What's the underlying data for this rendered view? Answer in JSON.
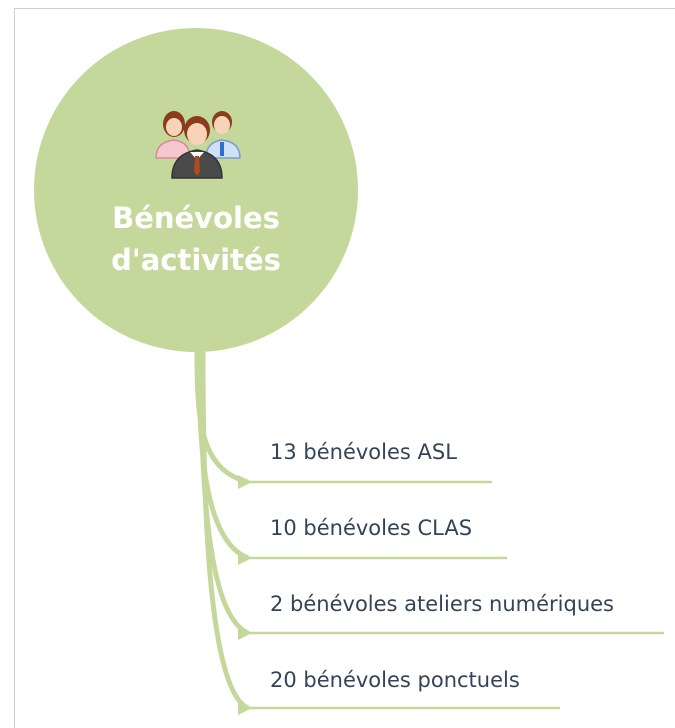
{
  "title": {
    "line1": "Bénévoles",
    "line2": "d'activités"
  },
  "icon": "people-group-icon",
  "colors": {
    "node": "#c5d89b",
    "branch": "#c5d89b",
    "text": "#33445a"
  },
  "branches": [
    {
      "label": "13 bénévoles ASL"
    },
    {
      "label": "10 bénévoles CLAS"
    },
    {
      "label": "2 bénévoles ateliers numériques"
    },
    {
      "label": "20 bénévoles ponctuels"
    }
  ]
}
